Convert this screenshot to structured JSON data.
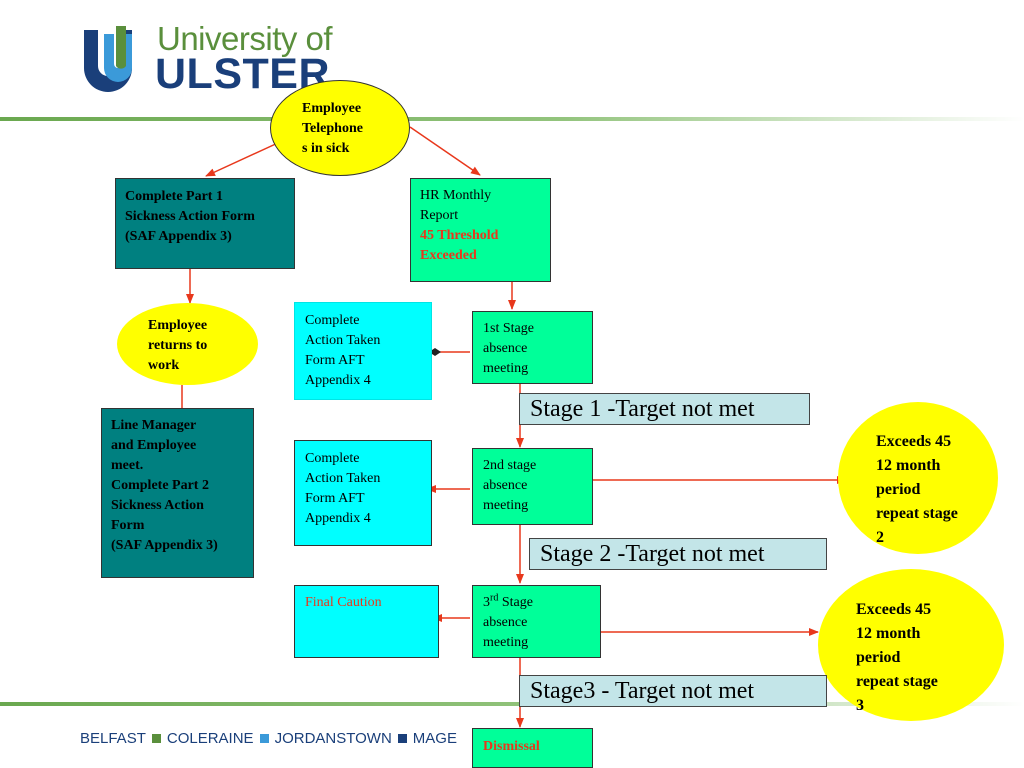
{
  "logo": {
    "line1": "University of",
    "line2": "ULSTER"
  },
  "footer": {
    "campuses": [
      "BELFAST",
      "COLERAINE",
      "JORDANSTOWN",
      "MAGE"
    ],
    "separator_colors": [
      "#5a8f3c",
      "#3b9ad9",
      "#1a3f7a"
    ]
  },
  "colors": {
    "arrow": "#e8381c",
    "teal": "#008080",
    "green": "#00ff99",
    "cyan": "#00ffff",
    "yellow": "#ffff00",
    "target_bg": "#c3e5e8"
  },
  "nodes": {
    "employee_sick": [
      "Employee",
      "Telephone",
      "s in sick"
    ],
    "saf_part1": [
      "Complete Part 1",
      "Sickness Action Form",
      "(SAF Appendix 3)"
    ],
    "hr_report": {
      "lines": [
        "HR Monthly",
        "Report"
      ],
      "highlight": [
        "45 Threshold",
        "Exceeded"
      ]
    },
    "employee_returns": [
      "Employee",
      "returns to",
      "work"
    ],
    "aft_1": [
      "Complete",
      "Action Taken",
      "Form AFT",
      "Appendix 4"
    ],
    "stage1": [
      "1st Stage",
      "absence",
      "meeting"
    ],
    "line_manager": [
      "Line Manager",
      "and Employee",
      "meet.",
      "Complete Part 2",
      "Sickness Action",
      "Form",
      "(SAF Appendix 3)"
    ],
    "aft_2": [
      "Complete",
      "Action Taken",
      "Form AFT",
      "Appendix 4"
    ],
    "stage2": [
      "2nd stage",
      "absence",
      "meeting"
    ],
    "exceeds_1": [
      "Exceeds 45",
      "12 month",
      "period",
      "repeat stage",
      "2"
    ],
    "final_caution": "Final Caution",
    "stage3": {
      "num": "3",
      "sup": "rd",
      "rest": " Stage",
      "lines": [
        "absence",
        "meeting"
      ]
    },
    "exceeds_2": [
      "Exceeds 45",
      "12 month",
      "period",
      "repeat stage",
      "3"
    ],
    "dismissal": "Dismissal"
  },
  "targets": {
    "stage1": "Stage 1 -Target not met",
    "stage2": "Stage 2 -Target not met",
    "stage3": "Stage3 - Target not met"
  }
}
